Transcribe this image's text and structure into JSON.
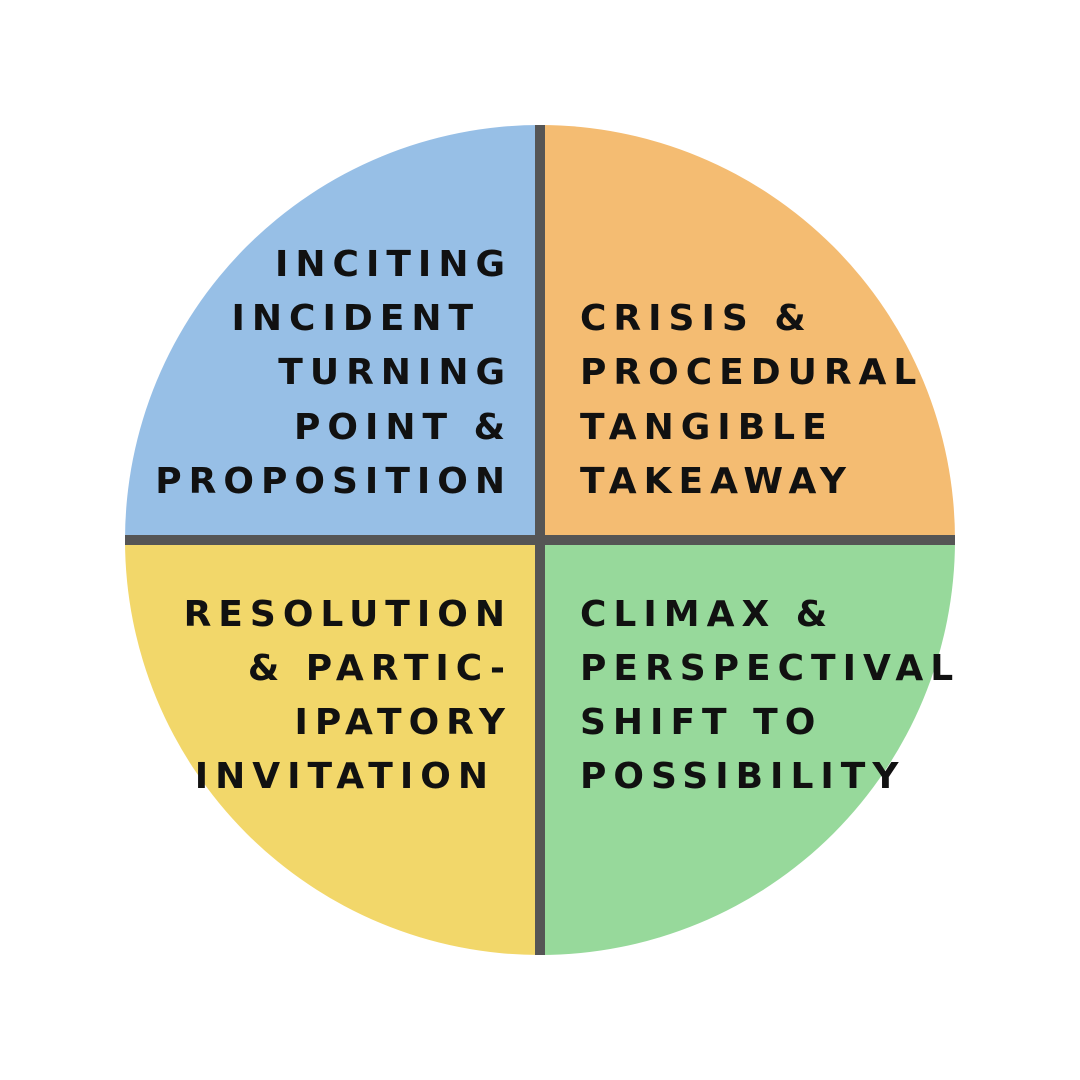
{
  "colors": {
    "background": "#ffffff",
    "top_left": "#97bfe6",
    "top_right": "#f4bc72",
    "bottom_left": "#f2d76a",
    "bottom_right": "#97d99b",
    "divider": "#555555",
    "text": "#111111"
  },
  "quadrants": {
    "top_left": {
      "lines": [
        "INCITING",
        "INCIDENT",
        "TURNING",
        "POINT &",
        "PROPOSITION"
      ]
    },
    "top_right": {
      "lines": [
        "CRISIS &",
        "PROCEDURAL",
        "TANGIBLE",
        "TAKEAWAY"
      ]
    },
    "bottom_left": {
      "lines": [
        "RESOLUTION",
        "& PARTIC-",
        "IPATORY",
        "INVITATION"
      ]
    },
    "bottom_right": {
      "lines": [
        "CLIMAX &",
        "PERSPECTIVAL",
        "SHIFT TO",
        "POSSIBILITY"
      ]
    }
  }
}
